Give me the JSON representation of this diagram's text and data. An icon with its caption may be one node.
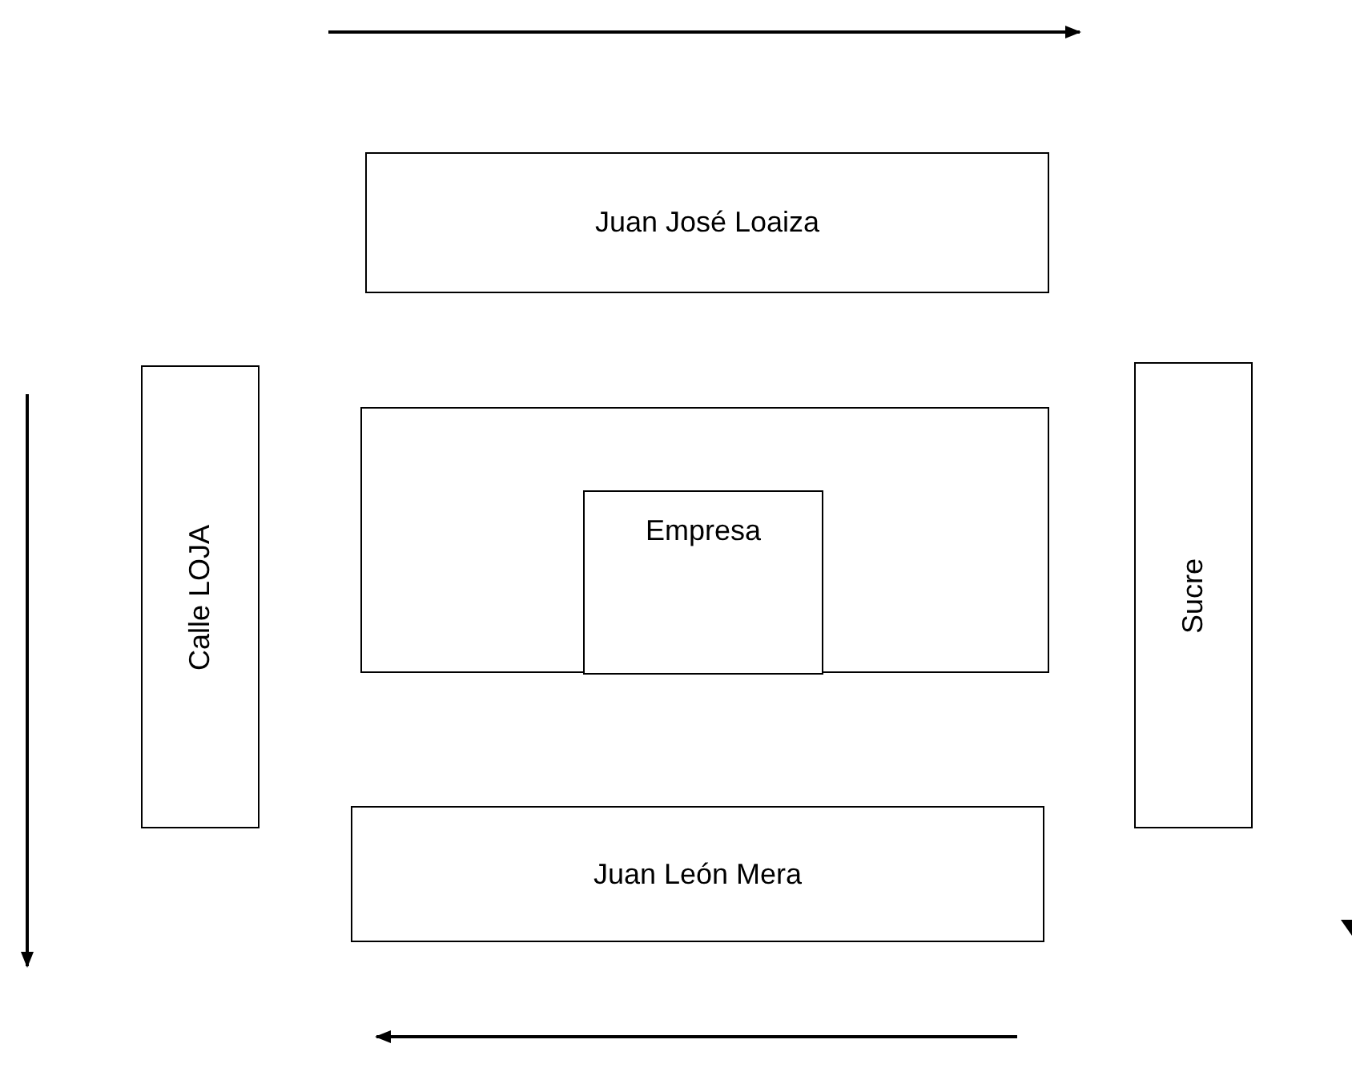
{
  "diagram": {
    "nodes": [
      {
        "text": [
          "Juan José Loaiza"
        ]
      },
      {
        "text": [
          "Calle LOJA"
        ]
      },
      {
        "text": [],
        "shape": "box"
      },
      {
        "text": [
          "Empresa"
        ],
        "in": 2
      },
      {
        "text": [
          "Sucre"
        ]
      },
      {
        "text": [
          "Juan León Mera"
        ]
      }
    ]
  }
}
